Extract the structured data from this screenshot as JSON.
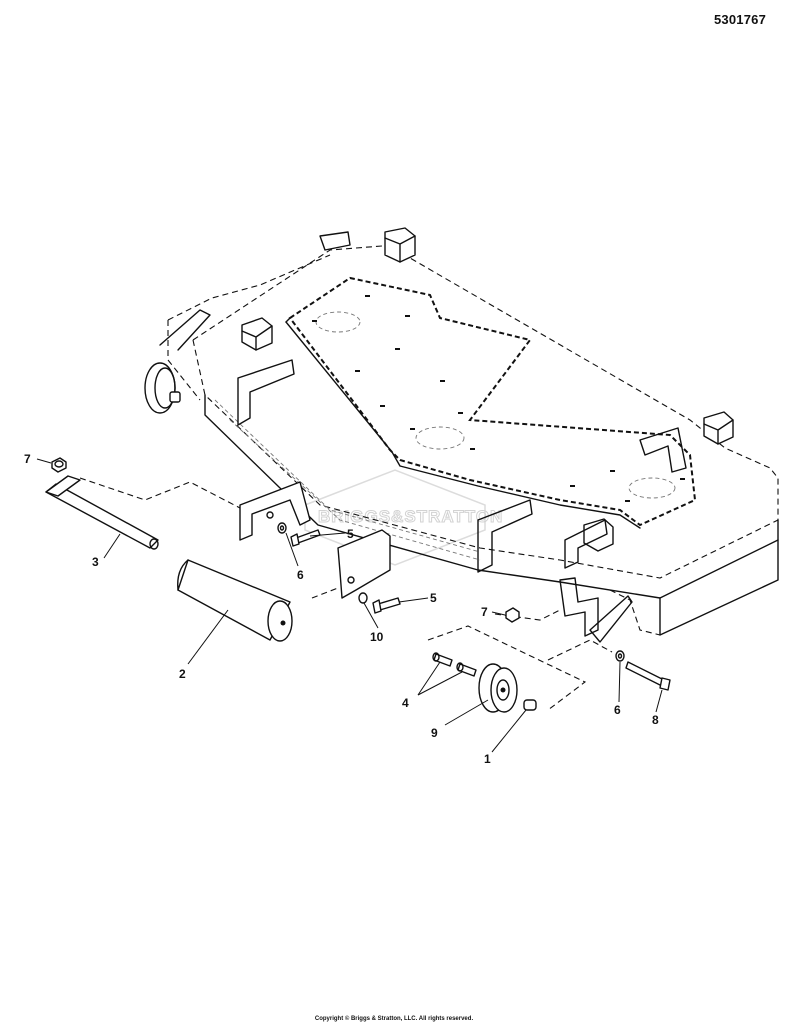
{
  "header": {
    "part_number": "5301767"
  },
  "watermark": {
    "text": "BRIGGS&STRATTON"
  },
  "footer": {
    "copyright": "Copyright © Briggs & Stratton, LLC. All rights reserved."
  },
  "callouts": [
    {
      "id": "c7a",
      "label": "7"
    },
    {
      "id": "c3",
      "label": "3"
    },
    {
      "id": "c2",
      "label": "2"
    },
    {
      "id": "c5a",
      "label": "5"
    },
    {
      "id": "c6a",
      "label": "6"
    },
    {
      "id": "c5b",
      "label": "5"
    },
    {
      "id": "c10",
      "label": "10"
    },
    {
      "id": "c7b",
      "label": "7"
    },
    {
      "id": "c4",
      "label": "4"
    },
    {
      "id": "c9",
      "label": "9"
    },
    {
      "id": "c1",
      "label": "1"
    },
    {
      "id": "c6b",
      "label": "6"
    },
    {
      "id": "c8",
      "label": "8"
    }
  ]
}
